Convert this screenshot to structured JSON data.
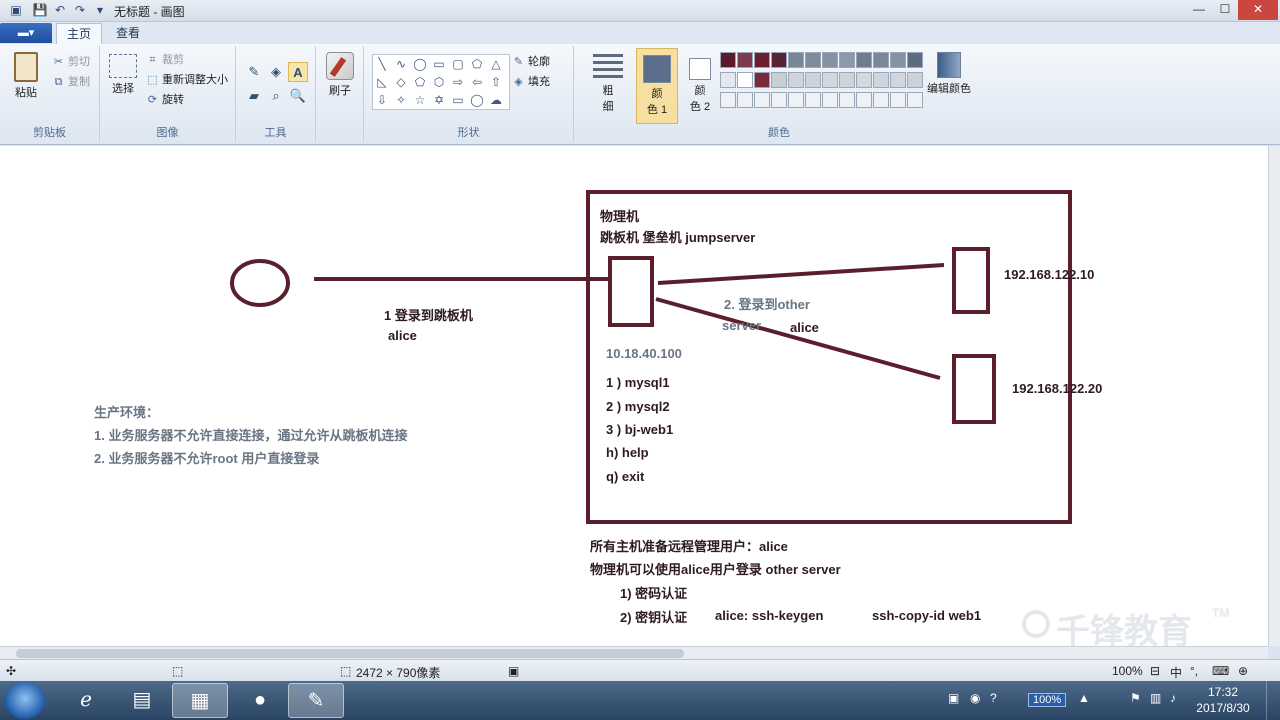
{
  "window": {
    "title": "无标题 - 画图",
    "min_label": "—",
    "max_label": "☐",
    "close_label": "✕"
  },
  "tabs": {
    "file_menu_icon": "▬▾",
    "home": "主页",
    "view": "查看"
  },
  "ribbon": {
    "clipboard": {
      "paste": "粘贴",
      "cut": "剪切",
      "copy": "复制",
      "group": "剪贴板"
    },
    "image": {
      "select": "选择",
      "crop": "裁剪",
      "resize": "重新调整大小",
      "rotate": "旋转",
      "group": "图像"
    },
    "tools": {
      "group": "工具",
      "brush": "刷子"
    },
    "shapes": {
      "outline": "轮廓",
      "fill": "填充",
      "group": "形状"
    },
    "colors": {
      "size_line1": "粗",
      "size_line2": "细",
      "color1_line1": "颜",
      "color1_line2": "色 1",
      "color2_line1": "颜",
      "color2_line2": "色 2",
      "edit_colors": "编辑颜色",
      "group": "颜色",
      "palette_row1": [
        "#5c1b2c",
        "#7d3a50",
        "#6e1d2e",
        "#5a2238",
        "#7a8595",
        "#7f8a9b",
        "#8692a3",
        "#8d99ab",
        "#6f7c8f",
        "#7a8799",
        "#8591a4",
        "#5d6b80"
      ],
      "palette_row2": [
        "#e5e9ef",
        "#ffffff",
        "#7a2a3a",
        "#c9ced6",
        "#d0d5dd",
        "#cdd3db",
        "#d2d7de",
        "#cfd4dc",
        "#d3d8df",
        "#cfd5dd",
        "#d1d6de",
        "#cdd2da"
      ],
      "palette_row3": [
        "#eef1f5",
        "#eef1f5",
        "#eef1f5",
        "#eef1f5",
        "#eef1f5",
        "#eef1f5",
        "#eef1f5",
        "#eef1f5",
        "#eef1f5",
        "#eef1f5",
        "#eef1f5",
        "#eef1f5"
      ],
      "color1_swatch": "#5b6f8c",
      "color2_swatch": "#ffffff"
    }
  },
  "canvas": {
    "step1": "1 登录到跳板机",
    "step1_user": "alice",
    "box_title1": "物理机",
    "box_title2": "跳板机 堡垒机 jumpserver",
    "step2_line1": "2. 登录到other",
    "step2_line2": "server",
    "step2_user": "alice",
    "jump_ip": "10.18.40.100",
    "menu": [
      "1 ) mysql1",
      "2 ) mysql2",
      "3 ) bj-web1",
      "h)  help",
      "q)  exit"
    ],
    "server1_ip": "192.168.122.10",
    "server2_ip": "192.168.122.20",
    "env_title": "生产环境：",
    "env_rule1": "1.  业务服务器不允许直接连接，通过允许从跳板机连接",
    "env_rule2": "2.  业务服务器不允许root 用户直接登录",
    "note1": "所有主机准备远程管理用户：alice",
    "note2": "物理机可以使用alice用户登录 other server",
    "auth1": "1) 密码认证",
    "auth2": "2) 密钥认证",
    "keygen": "alice:  ssh-keygen",
    "copyid": "ssh-copy-id web1",
    "watermark": "千锋教育",
    "watermark_tm": "TM",
    "ink_color": "#5b1f2c"
  },
  "status": {
    "size": "2472 × 790像素",
    "zoom": "100%"
  },
  "taskbar": {
    "zoom_badge": "100%",
    "time": "17:32",
    "date": "2017/8/30",
    "ime": "中"
  }
}
